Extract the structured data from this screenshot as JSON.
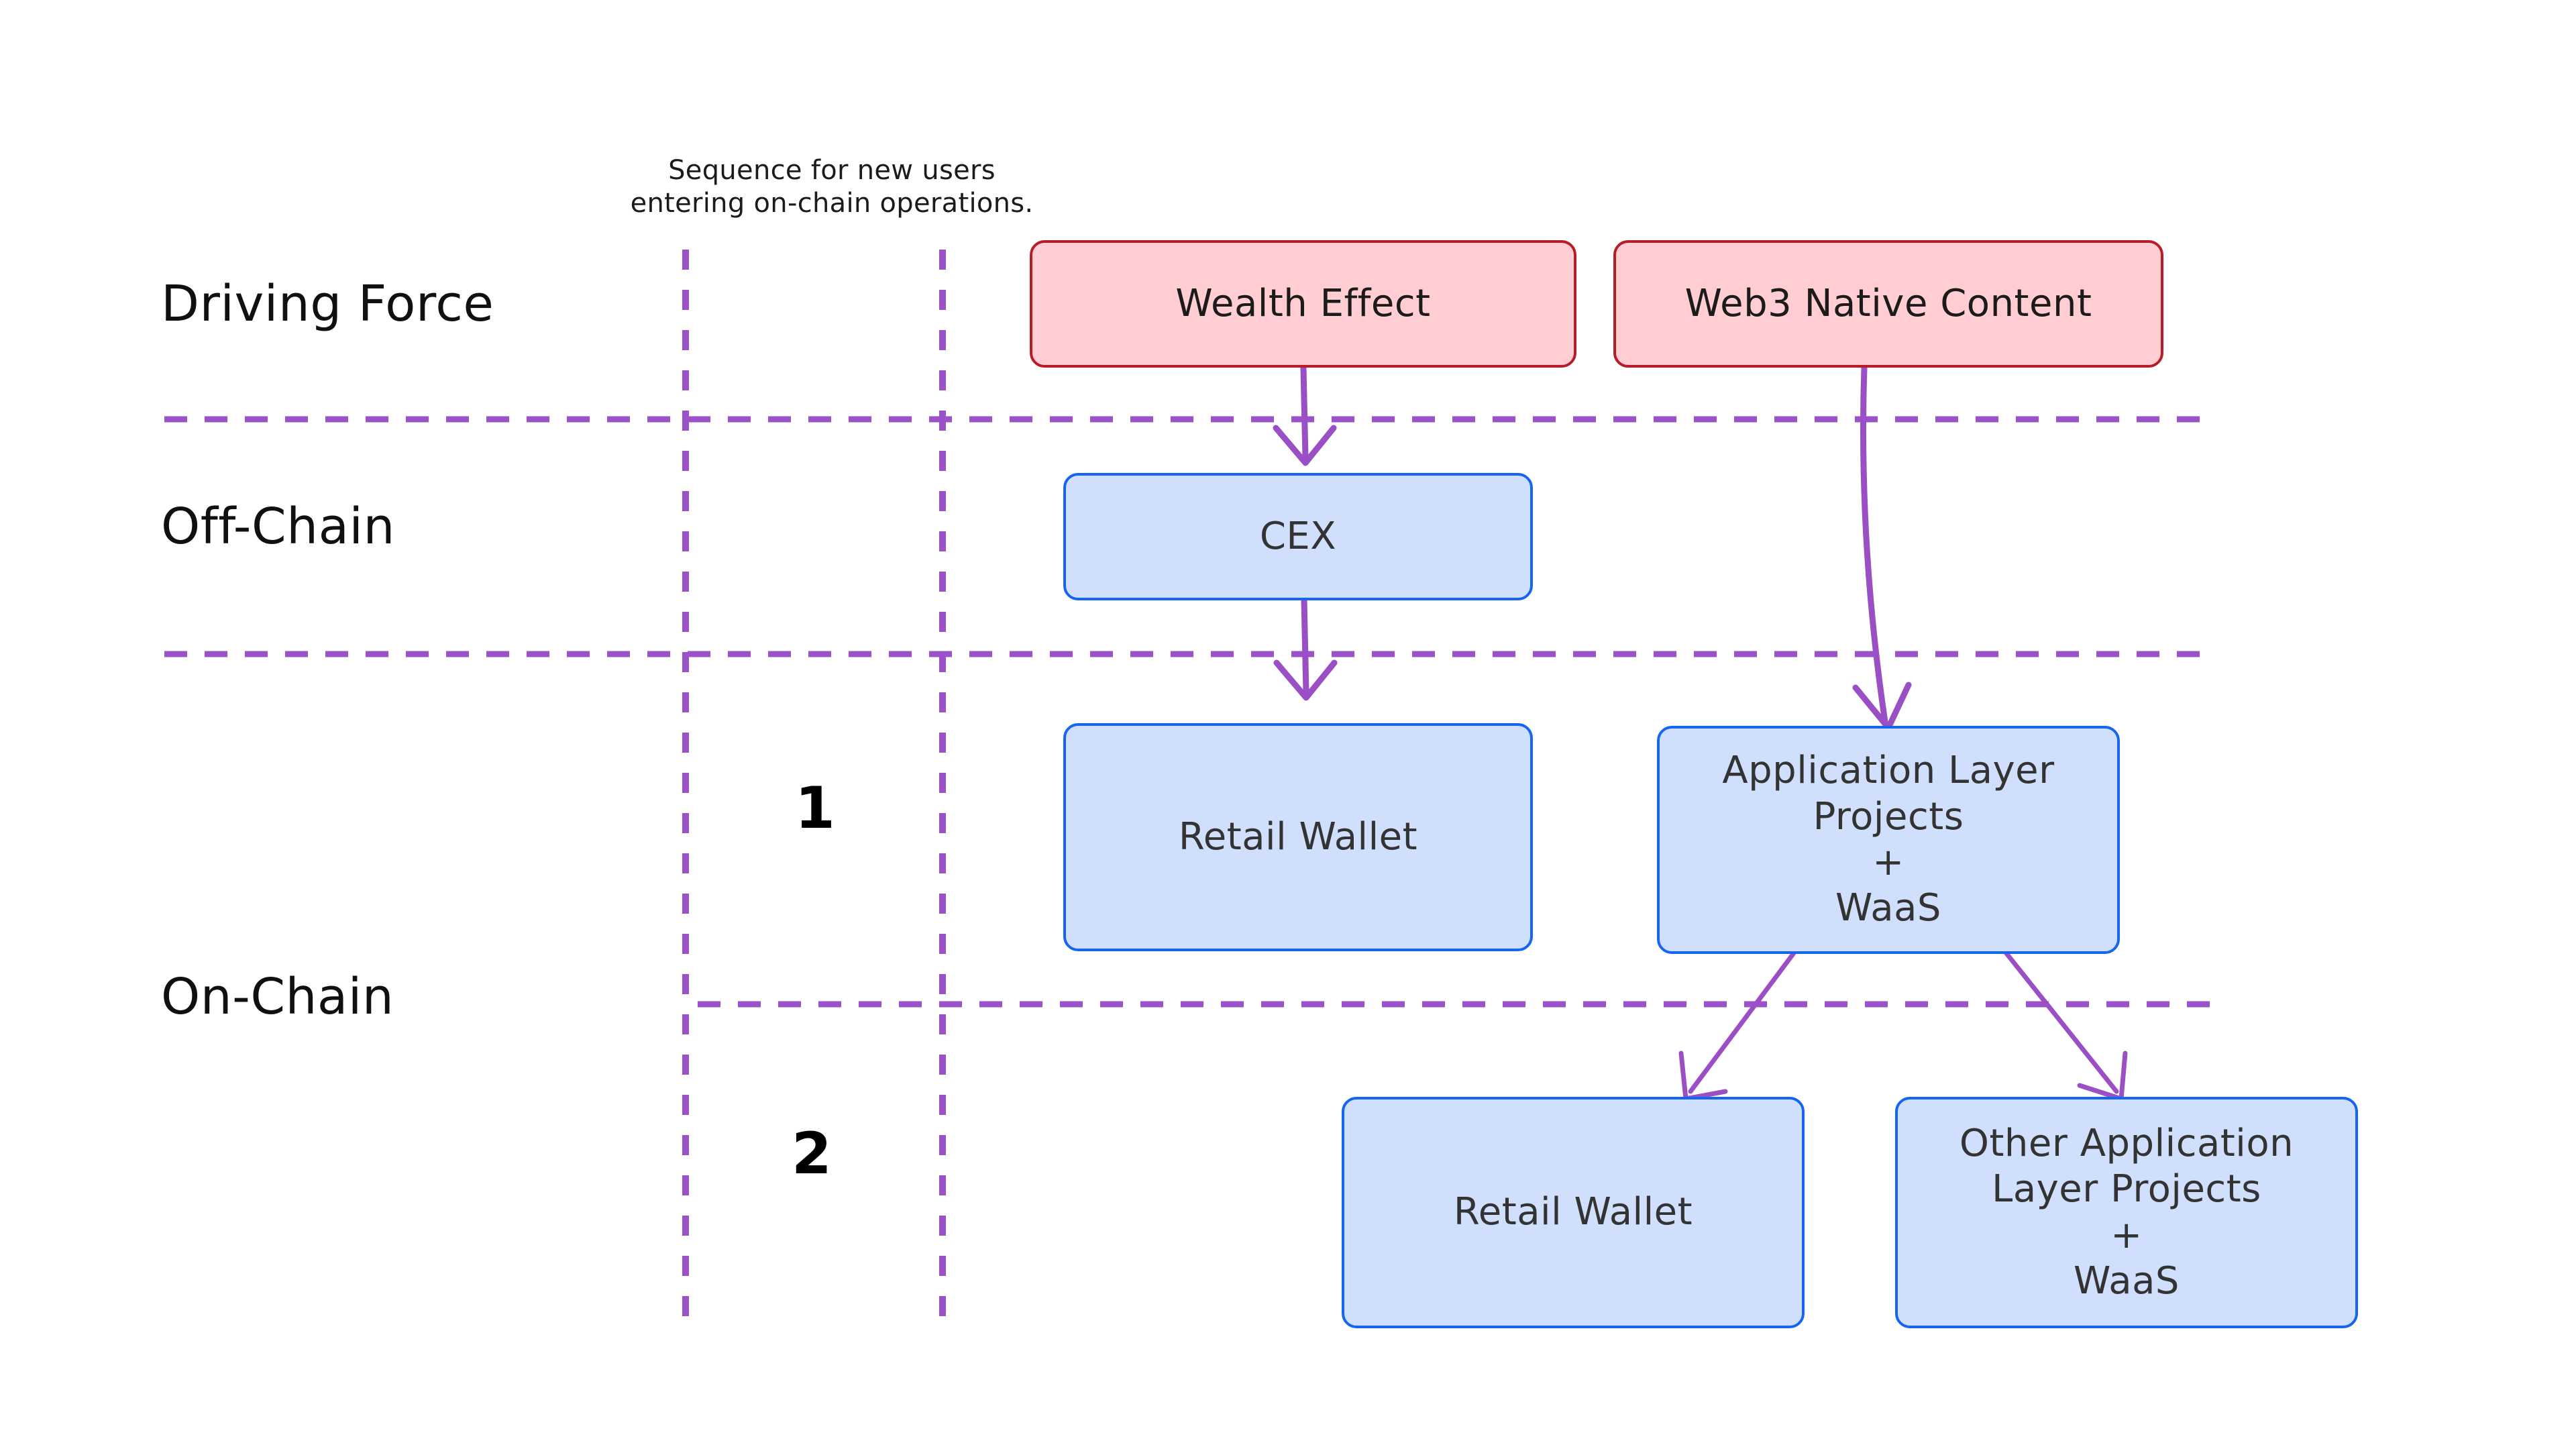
{
  "diagram": {
    "title_note": "Sequence for new users\nentering on-chain operations.",
    "background_color": "#ffffff",
    "grid_color": "#9b51c9",
    "arrow_color": "#9b4fc4",
    "swimlanes": [
      {
        "id": "driving-force",
        "label": "Driving Force"
      },
      {
        "id": "off-chain",
        "label": "Off-Chain"
      },
      {
        "id": "on-chain",
        "label": "On-Chain"
      }
    ],
    "sequence_steps": [
      {
        "id": "step-1",
        "label": "1"
      },
      {
        "id": "step-2",
        "label": "2"
      }
    ],
    "nodes": [
      {
        "id": "wealth-effect",
        "label": "Wealth Effect",
        "type": "driver",
        "fill": "#ffcdd2",
        "stroke": "#b71c28",
        "lane": "driving-force"
      },
      {
        "id": "web3-native-content",
        "label": "Web3 Native Content",
        "type": "driver",
        "fill": "#ffcdd2",
        "stroke": "#b71c28",
        "lane": "driving-force"
      },
      {
        "id": "cex",
        "label": "CEX",
        "type": "platform",
        "fill": "#cfdffc",
        "stroke": "#1565f0",
        "lane": "off-chain"
      },
      {
        "id": "retail-wallet-1",
        "label": "Retail Wallet",
        "type": "platform",
        "fill": "#cfdffc",
        "stroke": "#1565f0",
        "lane": "on-chain",
        "step": "1"
      },
      {
        "id": "application-layer-projects",
        "label": "Application Layer\nProjects\n+\nWaaS",
        "type": "platform",
        "fill": "#cfdffc",
        "stroke": "#1565f0",
        "lane": "on-chain",
        "step": "1"
      },
      {
        "id": "retail-wallet-2",
        "label": "Retail Wallet",
        "type": "platform",
        "fill": "#cfdffc",
        "stroke": "#1565f0",
        "lane": "on-chain",
        "step": "2"
      },
      {
        "id": "other-application-layer-projects",
        "label": "Other Application\nLayer Projects\n+\nWaaS",
        "type": "platform",
        "fill": "#cfdffc",
        "stroke": "#1565f0",
        "lane": "on-chain",
        "step": "2"
      }
    ],
    "edges": [
      {
        "id": "edge-wealth-to-cex",
        "from": "wealth-effect",
        "to": "cex"
      },
      {
        "id": "edge-cex-to-retail-wallet-1",
        "from": "cex",
        "to": "retail-wallet-1"
      },
      {
        "id": "edge-web3-to-application-layer",
        "from": "web3-native-content",
        "to": "application-layer-projects"
      },
      {
        "id": "edge-application-layer-to-retail-wallet-2",
        "from": "application-layer-projects",
        "to": "retail-wallet-2"
      },
      {
        "id": "edge-application-layer-to-other-application-layer",
        "from": "application-layer-projects",
        "to": "other-application-layer-projects"
      }
    ]
  }
}
